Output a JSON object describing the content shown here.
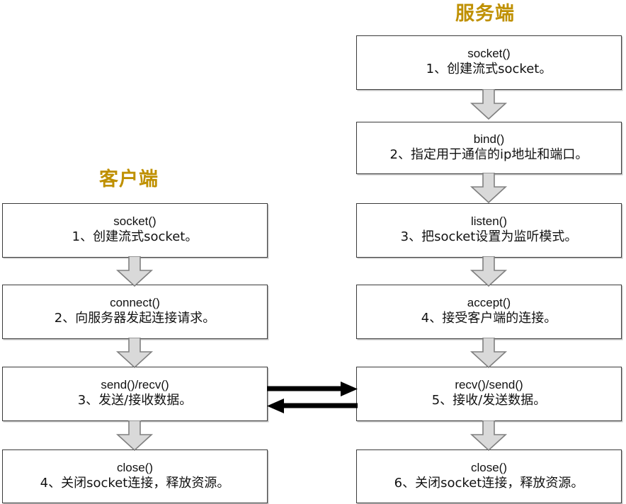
{
  "diagram": {
    "title_client": "客户端",
    "title_server": "服务端",
    "title_color": "#bf9000",
    "box_border_color": "#3a3a3a",
    "arrow_fill": "#d9d9d9",
    "arrow_stroke": "#808080",
    "link_arrow_color": "#000000"
  },
  "client": {
    "label": "客户端",
    "steps": [
      {
        "fn": "socket()",
        "desc": "1、创建流式socket。"
      },
      {
        "fn": "connect()",
        "desc": "2、向服务器发起连接请求。"
      },
      {
        "fn": "send()/recv()",
        "desc": "3、发送/接收数据。"
      },
      {
        "fn": "close()",
        "desc": "4、关闭socket连接，释放资源。"
      }
    ]
  },
  "server": {
    "label": "服务端",
    "steps": [
      {
        "fn": "socket()",
        "desc": "1、创建流式socket。"
      },
      {
        "fn": "bind()",
        "desc": "2、指定用于通信的ip地址和端口。"
      },
      {
        "fn": "listen()",
        "desc": "3、把socket设置为监听模式。"
      },
      {
        "fn": "accept()",
        "desc": "4、接受客户端的连接。"
      },
      {
        "fn": "recv()/send()",
        "desc": "5、接收/发送数据。"
      },
      {
        "fn": "close()",
        "desc": "6、关闭socket连接，释放资源。"
      }
    ]
  },
  "links": [
    {
      "name": "client-to-server-data",
      "direction": "right"
    },
    {
      "name": "server-to-client-data",
      "direction": "left"
    }
  ]
}
